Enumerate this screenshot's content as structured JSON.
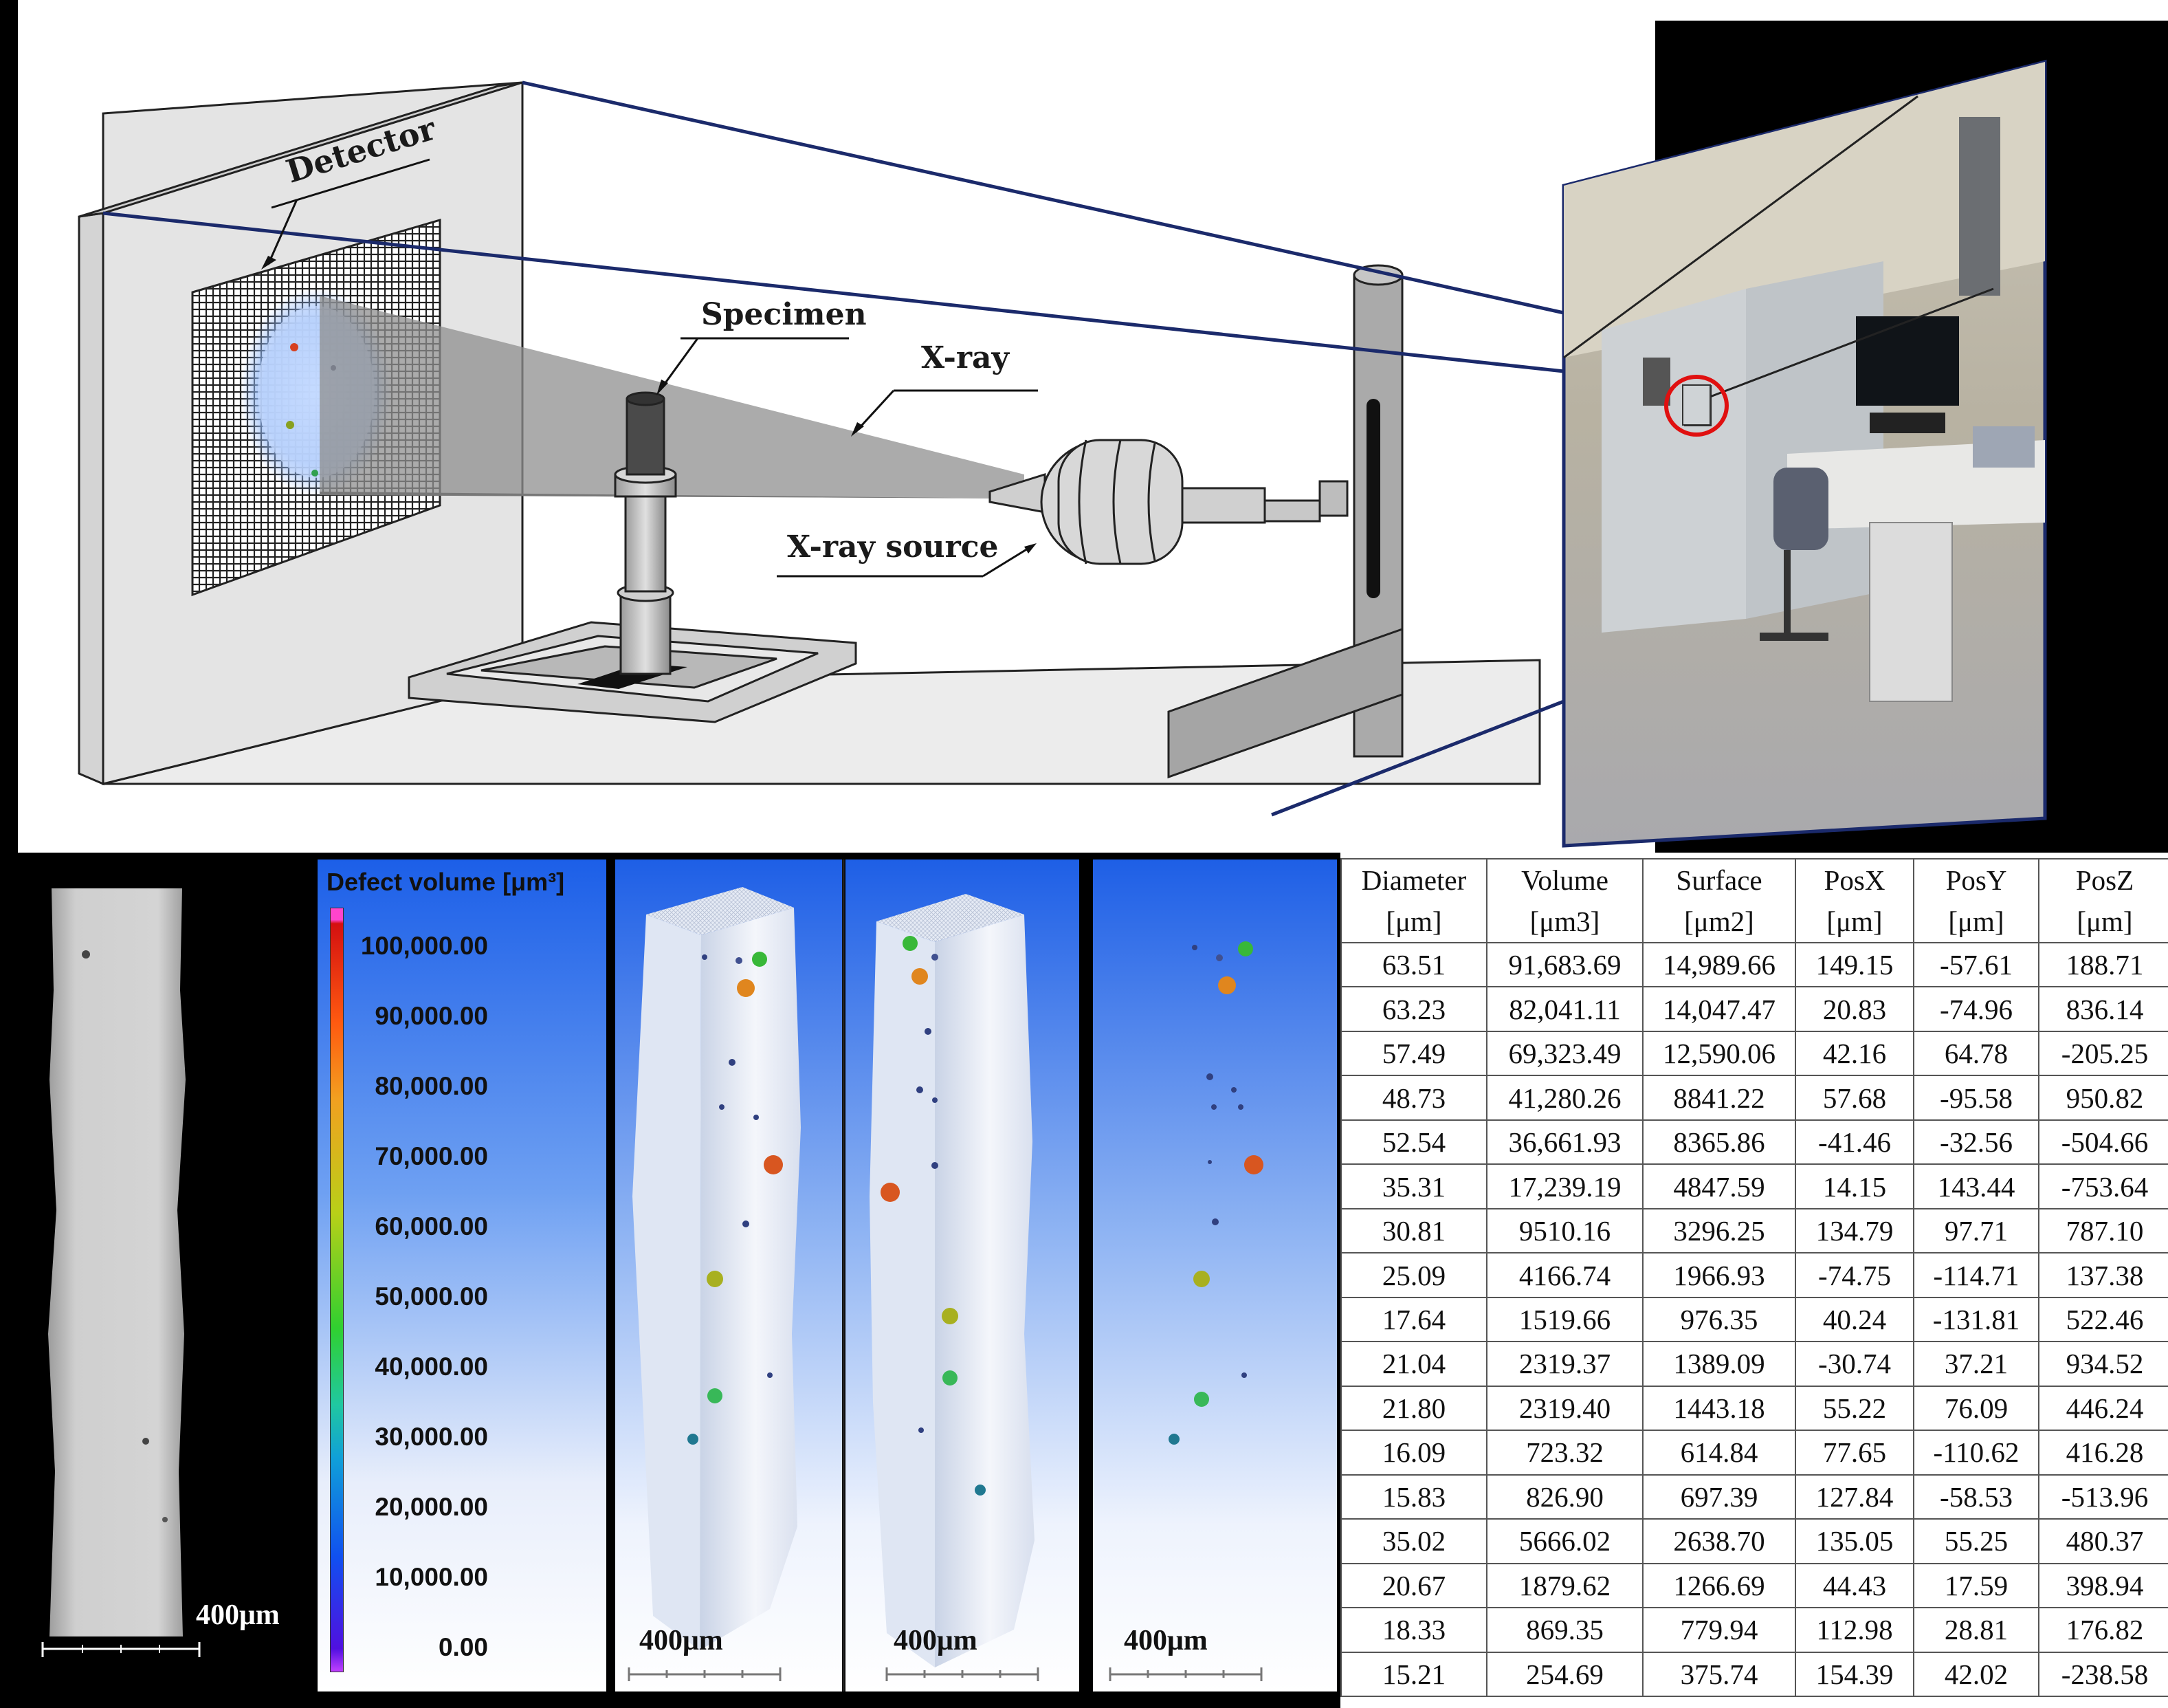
{
  "labels": {
    "detector": "Detector",
    "specimen": "Specimen",
    "xray": "X-ray",
    "xray_source": "X-ray source"
  },
  "scale_bars": {
    "radiograph": "400μm",
    "render_1": "400μm",
    "render_2": "400μm",
    "render_3": "400μm"
  },
  "colorbar": {
    "title": "Defect volume [μm³]",
    "ticks": [
      "100,000.00",
      "90,000.00",
      "80,000.00",
      "70,000.00",
      "60,000.00",
      "50,000.00",
      "40,000.00",
      "30,000.00",
      "20,000.00",
      "10,000.00",
      "0.00"
    ]
  },
  "table": {
    "headers": [
      {
        "name": "Diameter",
        "unit": "[μm]"
      },
      {
        "name": "Volume",
        "unit": "[μm3]"
      },
      {
        "name": "Surface",
        "unit": "[μm2]"
      },
      {
        "name": "PosX",
        "unit": "[μm]"
      },
      {
        "name": "PosY",
        "unit": "[μm]"
      },
      {
        "name": "PosZ",
        "unit": "[μm]"
      }
    ],
    "rows": [
      [
        "63.51",
        "91,683.69",
        "14,989.66",
        "149.15",
        "-57.61",
        "188.71"
      ],
      [
        "63.23",
        "82,041.11",
        "14,047.47",
        "20.83",
        "-74.96",
        "836.14"
      ],
      [
        "57.49",
        "69,323.49",
        "12,590.06",
        "42.16",
        "64.78",
        "-205.25"
      ],
      [
        "48.73",
        "41,280.26",
        "8841.22",
        "57.68",
        "-95.58",
        "950.82"
      ],
      [
        "52.54",
        "36,661.93",
        "8365.86",
        "-41.46",
        "-32.56",
        "-504.66"
      ],
      [
        "35.31",
        "17,239.19",
        "4847.59",
        "14.15",
        "143.44",
        "-753.64"
      ],
      [
        "30.81",
        "9510.16",
        "3296.25",
        "134.79",
        "97.71",
        "787.10"
      ],
      [
        "25.09",
        "4166.74",
        "1966.93",
        "-74.75",
        "-114.71",
        "137.38"
      ],
      [
        "17.64",
        "1519.66",
        "976.35",
        "40.24",
        "-131.81",
        "522.46"
      ],
      [
        "21.04",
        "2319.37",
        "1389.09",
        "-30.74",
        "37.21",
        "934.52"
      ],
      [
        "21.80",
        "2319.40",
        "1443.18",
        "55.22",
        "76.09",
        "446.24"
      ],
      [
        "16.09",
        "723.32",
        "614.84",
        "77.65",
        "-110.62",
        "416.28"
      ],
      [
        "15.83",
        "826.90",
        "697.39",
        "127.84",
        "-58.53",
        "-513.96"
      ],
      [
        "35.02",
        "5666.02",
        "2638.70",
        "135.05",
        "55.25",
        "480.37"
      ],
      [
        "20.67",
        "1879.62",
        "1266.69",
        "44.43",
        "17.59",
        "398.94"
      ],
      [
        "18.33",
        "869.35",
        "779.94",
        "112.98",
        "28.81",
        "176.82"
      ],
      [
        "15.21",
        "254.69",
        "375.74",
        "154.39",
        "42.02",
        "-238.58"
      ]
    ]
  },
  "colors": {
    "background_dark": "#000000",
    "render_bg_top": "#1e5fe6",
    "render_bg_bottom": "#ffffff",
    "specimen_white": "#f2f4f8",
    "photo_outline": "#1b2a6b",
    "connector_line": "#1b2a6b",
    "highlight_circle": "#e01010"
  },
  "icons": [
    "detector-grid",
    "specimen-cylinder",
    "xray-source-tube",
    "lab-photo",
    "defect-pore-markers"
  ]
}
